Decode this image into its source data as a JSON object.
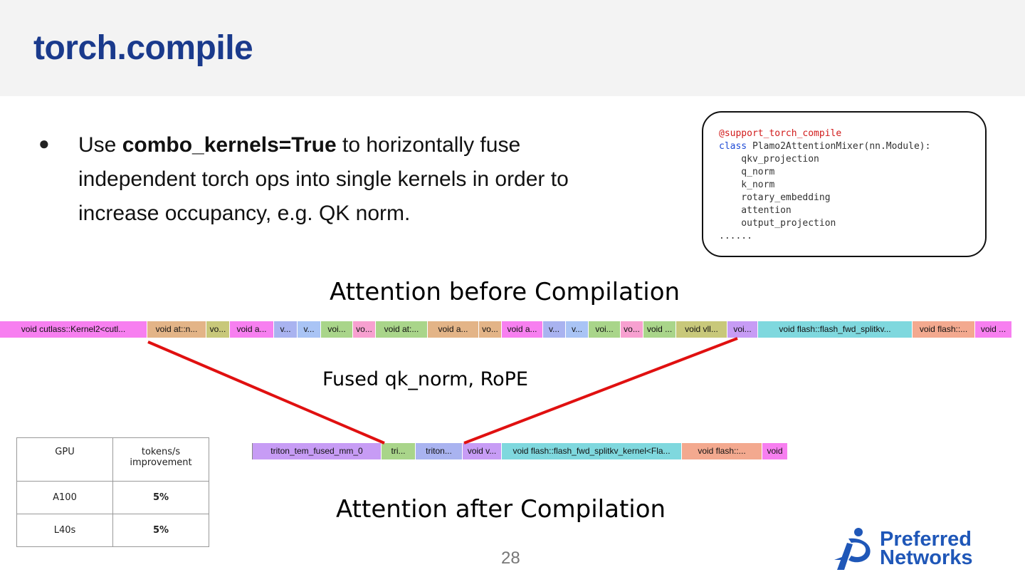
{
  "slide": {
    "title": "torch.compile",
    "page_number": "28"
  },
  "bullet": {
    "text_before": "Use ",
    "bold": "combo_kernels=True",
    "text_after": " to horizontally fuse independent torch ops into single kernels in order to increase occupancy, e.g. QK norm."
  },
  "code": {
    "decorator": "@support_torch_compile",
    "class_keyword": "class",
    "class_rest": " Plamo2AttentionMixer(nn.Module):",
    "lines": [
      "    qkv_projection",
      "    q_norm",
      "    k_norm",
      "    rotary_embedding",
      "    attention",
      "    output_projection"
    ],
    "ellipsis": "......"
  },
  "labels": {
    "before": "Attention before Compilation",
    "fused": "Fused qk_norm, RoPE",
    "after": "Attention after Compilation"
  },
  "colors": {
    "title": "#1a3a8c",
    "connector_lines": "#e01010",
    "pink": "#f77ff0",
    "tan": "#e3b487",
    "olive": "#c8c87a",
    "lavender": "#a9b3f0",
    "blue": "#a9c4f5",
    "green": "#a9d58a",
    "cyan": "#7fd8de",
    "salmon": "#f3a98f",
    "purple": "#c79cf5"
  },
  "timeline_before": [
    {
      "label": "void cutlass::Kernel2<cutl...",
      "color": "#f77ff0"
    },
    {
      "label": "void at::n...",
      "color": "#e3b487"
    },
    {
      "label": "vo...",
      "color": "#c8c87a"
    },
    {
      "label": "void a...",
      "color": "#f77ff0"
    },
    {
      "label": "v...",
      "color": "#a9b3f0"
    },
    {
      "label": "v...",
      "color": "#a9c4f5"
    },
    {
      "label": "voi...",
      "color": "#a9d58a"
    },
    {
      "label": "vo...",
      "color": "#f7a0d0"
    },
    {
      "label": "void at:...",
      "color": "#a9d58a"
    },
    {
      "label": "void a...",
      "color": "#e3b487"
    },
    {
      "label": "vo...",
      "color": "#e3b487"
    },
    {
      "label": "void a...",
      "color": "#f77ff0"
    },
    {
      "label": "v...",
      "color": "#a9b3f0"
    },
    {
      "label": "v...",
      "color": "#a9c4f5"
    },
    {
      "label": "voi...",
      "color": "#a9d58a"
    },
    {
      "label": "vo...",
      "color": "#f7a0d0"
    },
    {
      "label": "void ...",
      "color": "#a9d58a"
    },
    {
      "label": "void vll...",
      "color": "#c8c87a"
    },
    {
      "label": "voi...",
      "color": "#c79cf5"
    },
    {
      "label": "void flash::flash_fwd_splitkv...",
      "color": "#7fd8de"
    },
    {
      "label": "void flash::...",
      "color": "#f3a98f"
    },
    {
      "label": "void ...",
      "color": "#f77ff0"
    }
  ],
  "timeline_after": [
    {
      "label": "triton_tem_fused_mm_0",
      "color": "#c79cf5"
    },
    {
      "label": "tri...",
      "color": "#a9d58a"
    },
    {
      "label": "triton...",
      "color": "#a9b3f0"
    },
    {
      "label": "void v...",
      "color": "#c79cf5"
    },
    {
      "label": "void flash::flash_fwd_splitkv_kernel<Fla...",
      "color": "#7fd8de"
    },
    {
      "label": "void flash::...",
      "color": "#f3a98f"
    },
    {
      "label": "void",
      "color": "#f77ff0"
    }
  ],
  "table": {
    "header": [
      "GPU",
      "tokens/s improvement"
    ],
    "rows": [
      [
        "A100",
        "5%"
      ],
      [
        "L40s",
        "5%"
      ]
    ]
  },
  "logo": {
    "line1": "Preferred",
    "line2": "Networks",
    "color": "#1f57b8"
  }
}
